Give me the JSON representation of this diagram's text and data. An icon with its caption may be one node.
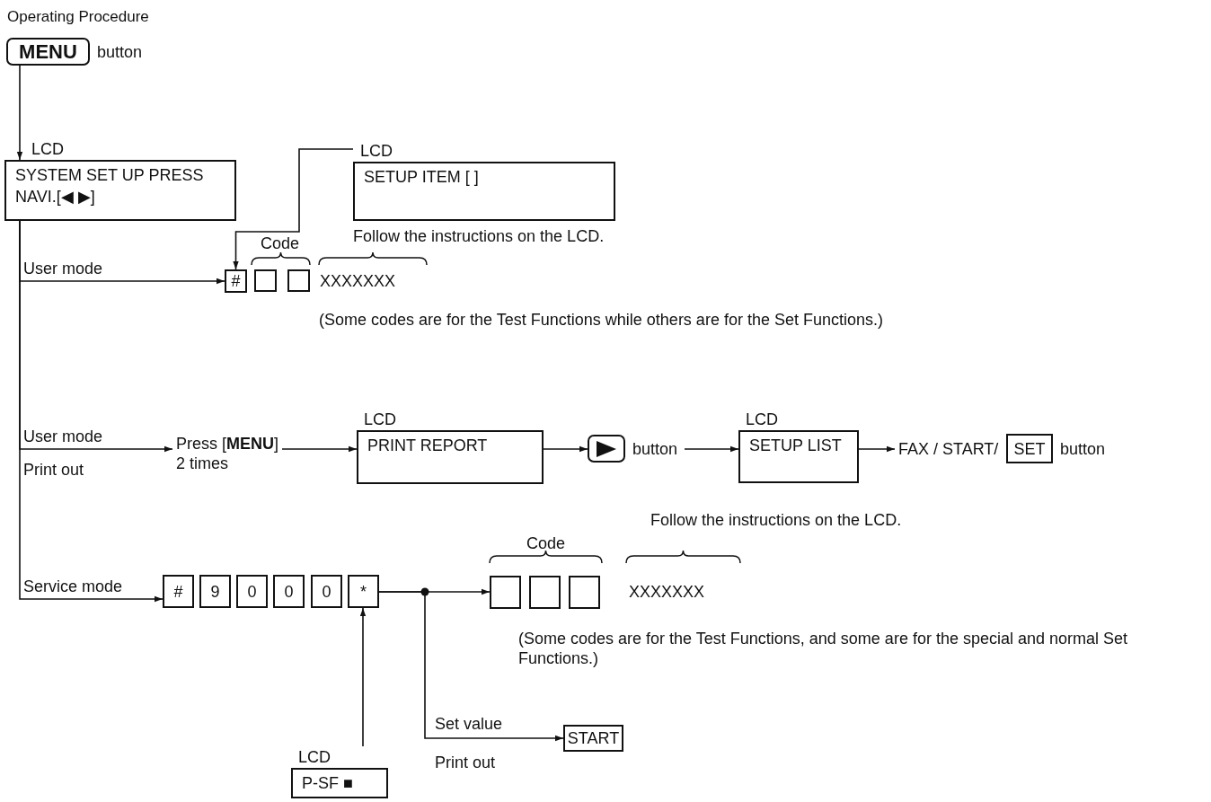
{
  "diagram": {
    "title": "Operating Procedure",
    "nodes": [
      {
        "text": [
          "MENU"
        ],
        "beside": [
          "button"
        ]
      },
      {
        "text": [
          "LCD",
          "SYSTEM SET UP PRESS NAVI.[◀ ▶]"
        ]
      },
      {
        "text": [
          "LCD",
          "SETUP ITEM [ ]"
        ],
        "beside": [
          "Follow the instructions on the LCD."
        ]
      },
      {
        "text": [
          "#"
        ]
      },
      {
        "text": [],
        "shape": "box"
      },
      {
        "text": [],
        "shape": "box"
      },
      {
        "text": [
          "Press [**MENU**] 2 times"
        ]
      },
      {
        "text": [
          "LCD",
          "PRINT REPORT"
        ]
      },
      {
        "text": [],
        "shape": "button",
        "beside": [
          "button"
        ]
      },
      {
        "text": [
          "LCD",
          "SETUP LIST"
        ]
      },
      {
        "text": [
          "FAX / START/"
        ]
      },
      {
        "text": [
          "SET"
        ],
        "beside": [
          "button"
        ]
      },
      {
        "text": [
          "#"
        ]
      },
      {
        "text": [
          "9"
        ]
      },
      {
        "text": [
          "0"
        ]
      },
      {
        "text": [
          "0"
        ]
      },
      {
        "text": [
          "0"
        ]
      },
      {
        "text": [
          "*"
        ]
      },
      {
        "text": [],
        "shape": "box"
      },
      {
        "text": [],
        "shape": "box"
      },
      {
        "text": [],
        "shape": "box"
      },
      {
        "text": [
          "START"
        ]
      },
      {
        "text": [
          "LCD",
          "P-SF ■"
        ]
      }
    ],
    "edges": [
      {
        "from": 0,
        "to": 1,
        "arrow": "to"
      },
      {
        "from": 1,
        "to": 3,
        "arrow": "to",
        "label": "User mode"
      },
      {
        "from": 2,
        "to": 3,
        "arrow": "to"
      },
      {
        "from": 1,
        "to": 6,
        "arrow": "to",
        "label": "User mode"
      },
      {
        "from": 6,
        "to": 7,
        "arrow": "to"
      },
      {
        "from": 7,
        "to": 8,
        "arrow": "to"
      },
      {
        "from": 8,
        "to": 9,
        "arrow": "to"
      },
      {
        "from": 9,
        "to": 10,
        "arrow": "to"
      },
      {
        "from": 1,
        "to": 12,
        "arrow": "to",
        "label": "Service mode"
      },
      {
        "from": 17,
        "to": 18,
        "arrow": "to"
      },
      {
        "from": 17,
        "to": 21,
        "arrow": "to",
        "label": "Set value"
      },
      {
        "from": 22,
        "to": 17,
        "arrow": "to"
      }
    ],
    "labels": [
      "Code",
      "XXXXXXX",
      "(Some codes are for the Test Functions while others are for the Set Functions.)",
      "Print out",
      "Follow the instructions on the LCD.",
      "Code",
      "XXXXXXX",
      "(Some codes are for the Test Functions, and some are for the special and normal Set Functions.)",
      "Print out"
    ]
  }
}
